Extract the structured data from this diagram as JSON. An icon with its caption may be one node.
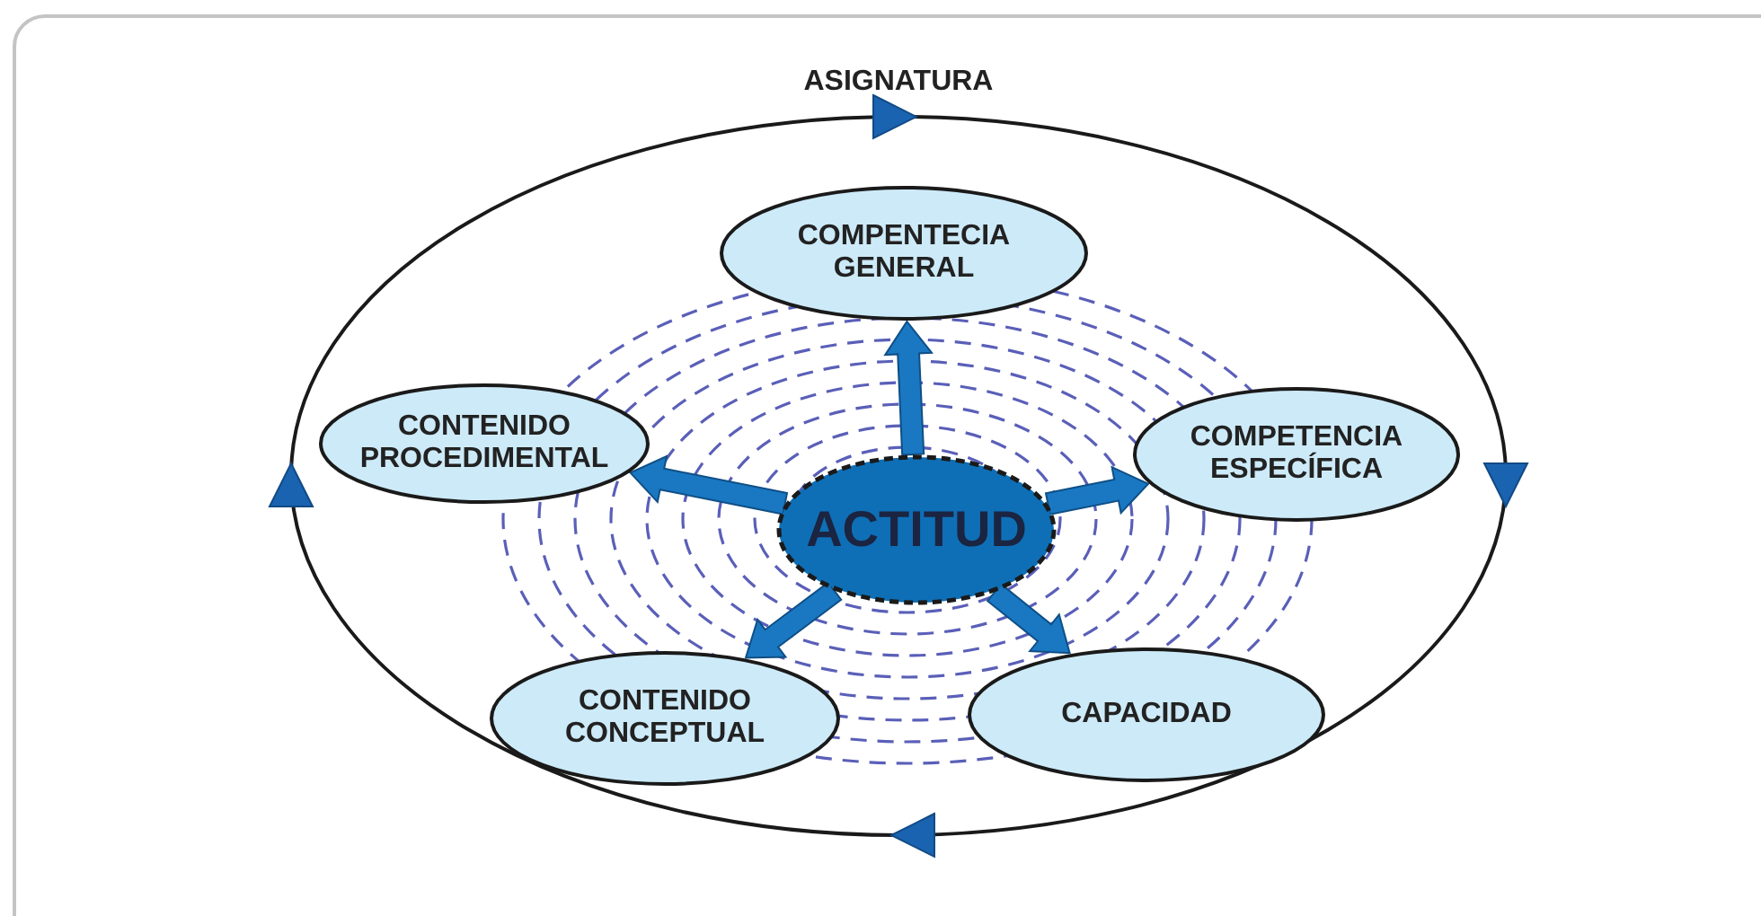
{
  "diagram": {
    "nodes": [
      {
        "text": [
          "ASIGNATURA"
        ]
      },
      {
        "text": [
          "COMPENTECIA GENERAL"
        ],
        "in": 0
      },
      {
        "text": [
          "CONTENIDO PROCEDIMENTAL"
        ],
        "in": 0
      },
      {
        "text": [
          "COMPETENCIA ESPECÍFICA"
        ],
        "in": 0
      },
      {
        "text": [
          "ACTITUD"
        ],
        "in": 0
      },
      {
        "text": [
          "CONTENIDO CONCEPTUAL"
        ],
        "in": 0
      },
      {
        "text": [
          "CAPACIDAD"
        ],
        "in": 0
      }
    ],
    "edges": [
      {
        "from": 4,
        "to": 1,
        "arrow": "to",
        "style": "thick"
      },
      {
        "from": 4,
        "to": 2,
        "arrow": "to",
        "style": "thick"
      },
      {
        "from": 4,
        "to": 3,
        "arrow": "to",
        "style": "thick"
      },
      {
        "from": 4,
        "to": 5,
        "arrow": "to",
        "style": "thick"
      },
      {
        "from": 4,
        "to": 6,
        "arrow": "to",
        "style": "thick"
      }
    ]
  }
}
